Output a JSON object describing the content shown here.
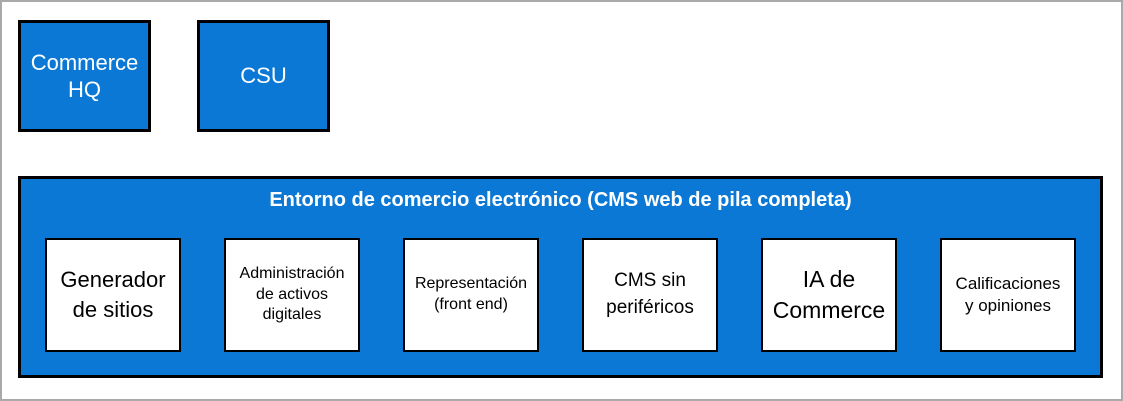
{
  "top_boxes": [
    {
      "label": "Commerce\nHQ"
    },
    {
      "label": "CSU"
    }
  ],
  "environment": {
    "title": "Entorno de comercio electrónico (CMS web de pila completa)",
    "modules": [
      {
        "label": "Generador\nde sitios"
      },
      {
        "label": "Administración\nde activos\ndigitales"
      },
      {
        "label": "Representación\n(front end)"
      },
      {
        "label": "CMS sin\nperiféricos"
      },
      {
        "label": "IA de\nCommerce"
      },
      {
        "label": "Calificaciones\ny opiniones"
      }
    ]
  },
  "colors": {
    "primary_blue": "#0a78d4",
    "box_border": "#000000",
    "module_background": "#ffffff",
    "frame_border": "#a9a9a9",
    "title_text": "#ffffff",
    "module_text": "#000000"
  }
}
